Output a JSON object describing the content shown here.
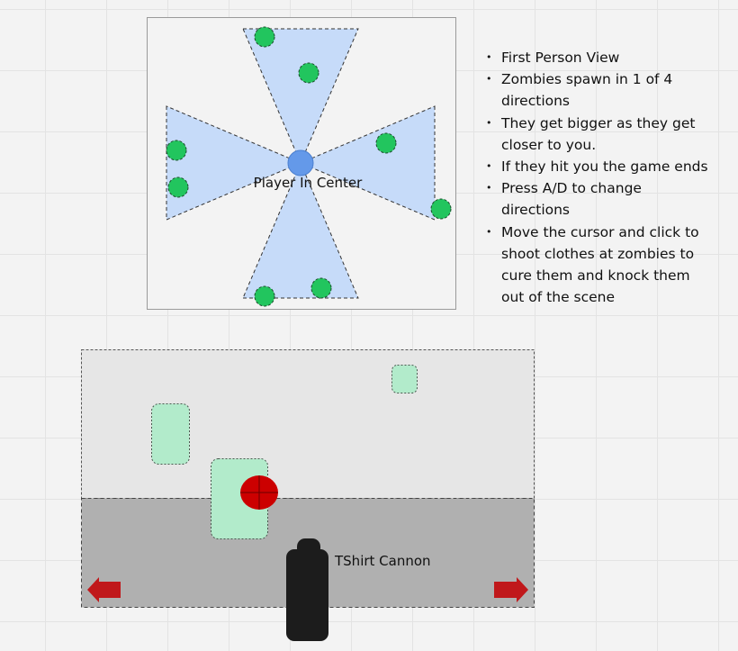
{
  "top_diagram": {
    "title_label": "Player In Center",
    "colors": {
      "cone": "#c6dbf9",
      "player": "#6499e9",
      "zombie": "#22c55e"
    }
  },
  "notes": {
    "items": [
      "First Person View",
      "Zombies spawn in 1 of 4 directions",
      "They get bigger as they get closer to you.",
      "If they hit you the game ends",
      "Press A/D to change directions",
      "Move the cursor and click to shoot clothes at zombies to cure them and knock them out of the scene"
    ]
  },
  "bottom_diagram": {
    "cannon_label": "TShirt Cannon",
    "colors": {
      "sky": "#e6e6e6",
      "ground": "#b0b0b0",
      "zombie": "#b2ebcb",
      "crosshair": "#cc0000",
      "arrow": "#c0181b"
    }
  }
}
